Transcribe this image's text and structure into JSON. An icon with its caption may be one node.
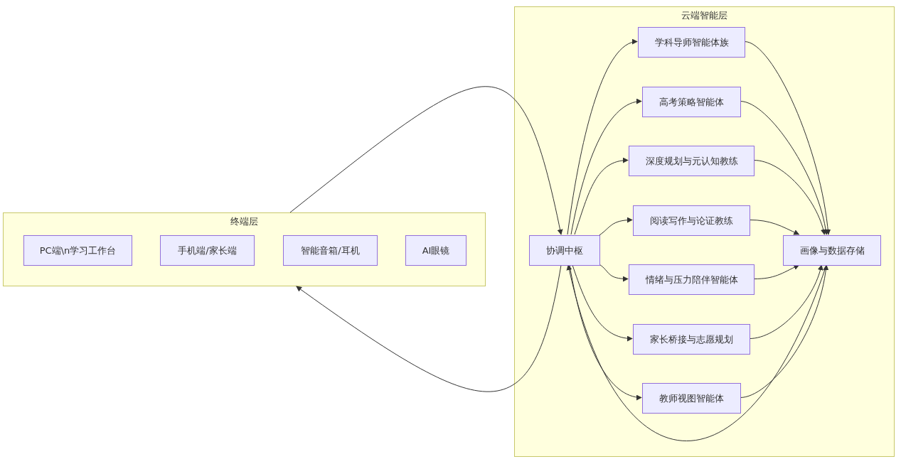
{
  "diagram": {
    "nodes": [
      {
        "text": [
          "终端层"
        ]
      },
      {
        "text": [
          "PC端\\n学习工作台"
        ],
        "in": 0
      },
      {
        "text": [
          "手机端/家长端"
        ],
        "in": 0
      },
      {
        "text": [
          "智能音箱/耳机"
        ],
        "in": 0
      },
      {
        "text": [
          "AI眼镜"
        ],
        "in": 0
      },
      {
        "text": [
          "云端智能层"
        ]
      },
      {
        "text": [
          "协调中枢"
        ],
        "in": 5
      },
      {
        "text": [
          "学科导师智能体族"
        ],
        "in": 5
      },
      {
        "text": [
          "高考策略智能体"
        ],
        "in": 5
      },
      {
        "text": [
          "深度规划与元认知教练"
        ],
        "in": 5
      },
      {
        "text": [
          "阅读写作与论证教练"
        ],
        "in": 5
      },
      {
        "text": [
          "情绪与压力陪伴智能体"
        ],
        "in": 5
      },
      {
        "text": [
          "家长桥接与志愿规划"
        ],
        "in": 5
      },
      {
        "text": [
          "教师视图智能体"
        ],
        "in": 5
      },
      {
        "text": [
          "画像与数据存储"
        ],
        "in": 5
      }
    ],
    "edges": [
      {
        "from": 0,
        "to": 6,
        "arrow": "to"
      },
      {
        "from": 6,
        "to": 0,
        "arrow": "to"
      },
      {
        "from": 6,
        "to": 7,
        "arrow": "to"
      },
      {
        "from": 6,
        "to": 8,
        "arrow": "to"
      },
      {
        "from": 6,
        "to": 9,
        "arrow": "to"
      },
      {
        "from": 6,
        "to": 10,
        "arrow": "to"
      },
      {
        "from": 6,
        "to": 11,
        "arrow": "to"
      },
      {
        "from": 6,
        "to": 12,
        "arrow": "to"
      },
      {
        "from": 6,
        "to": 13,
        "arrow": "to"
      },
      {
        "from": 7,
        "to": 14,
        "arrow": "to"
      },
      {
        "from": 8,
        "to": 14,
        "arrow": "to"
      },
      {
        "from": 9,
        "to": 14,
        "arrow": "to"
      },
      {
        "from": 10,
        "to": 14,
        "arrow": "to"
      },
      {
        "from": 11,
        "to": 14,
        "arrow": "to"
      },
      {
        "from": 12,
        "to": 14,
        "arrow": "to"
      },
      {
        "from": 13,
        "to": 14,
        "arrow": "to"
      },
      {
        "from": 14,
        "to": 6,
        "arrow": "to"
      }
    ]
  }
}
